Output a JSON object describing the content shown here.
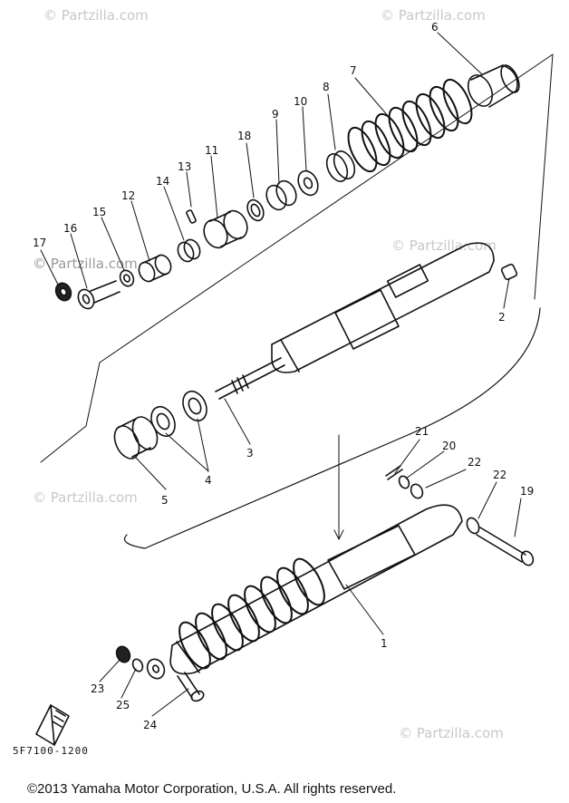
{
  "watermark": "© Partzilla.com",
  "part_code": "5F7100-1200",
  "copyright": "©2013  Yamaha Motor Corporation, U.S.A. All rights reserved.",
  "callouts": [
    "1",
    "2",
    "3",
    "4",
    "5",
    "6",
    "7",
    "8",
    "9",
    "10",
    "11",
    "12",
    "13",
    "14",
    "15",
    "16",
    "17",
    "18",
    "19",
    "20",
    "21",
    "22",
    "22",
    "23",
    "24",
    "25"
  ]
}
